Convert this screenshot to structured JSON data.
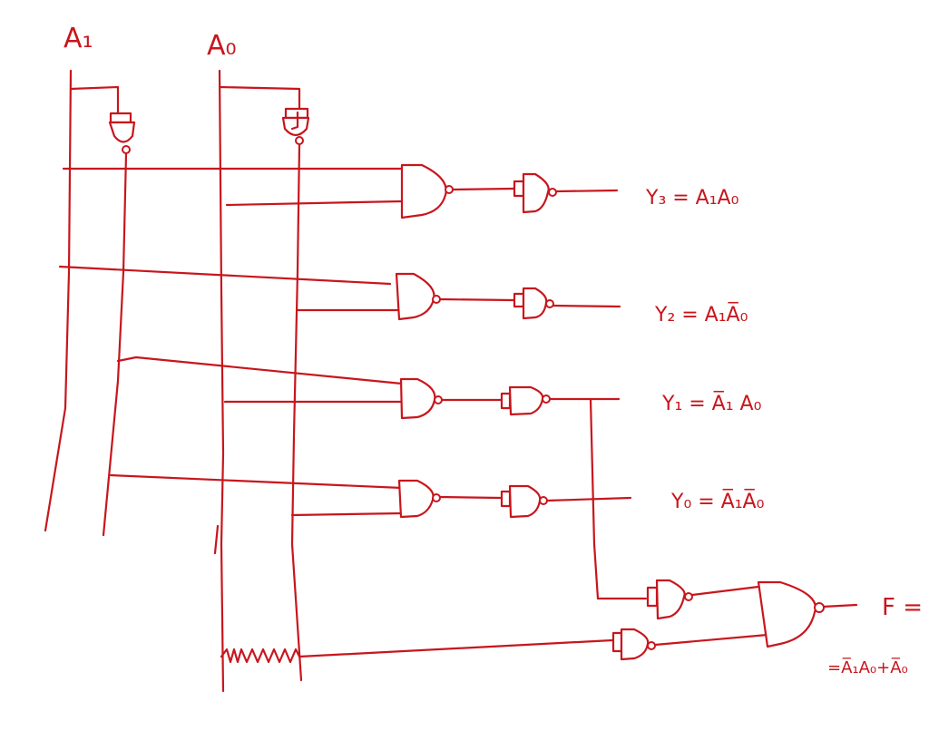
{
  "inputs": {
    "a1": "A₁",
    "a0": "A₀"
  },
  "outputs": {
    "y3": "Y₃  =  A₁A₀",
    "y2": "Y₂  =  A₁A̅₀",
    "y1": "Y₁  =  A̅₁ A₀",
    "y0": "Y₀  =  A̅₁A̅₀"
  },
  "function": {
    "label": "F =",
    "expression": "=A̅₁A₀+A̅₀"
  },
  "colors": {
    "ink": "#c8161d",
    "paper": "#ffffff"
  }
}
